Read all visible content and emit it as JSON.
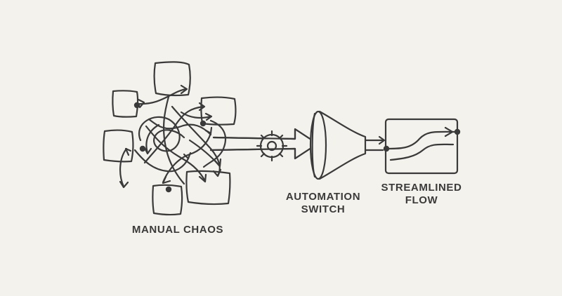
{
  "labels": {
    "manual_chaos": "MANUAL CHAOS",
    "automation_switch": [
      "AUTOMATION",
      "SWITCH"
    ],
    "streamlined_flow": [
      "STREAMLINED",
      "FLOW"
    ]
  },
  "colors": {
    "background": "#f4f2ec",
    "stroke": "#3a3a3a"
  },
  "icons": [
    "document-icon",
    "gear-icon",
    "funnel-icon",
    "arrow-icon",
    "flow-panel-icon"
  ]
}
